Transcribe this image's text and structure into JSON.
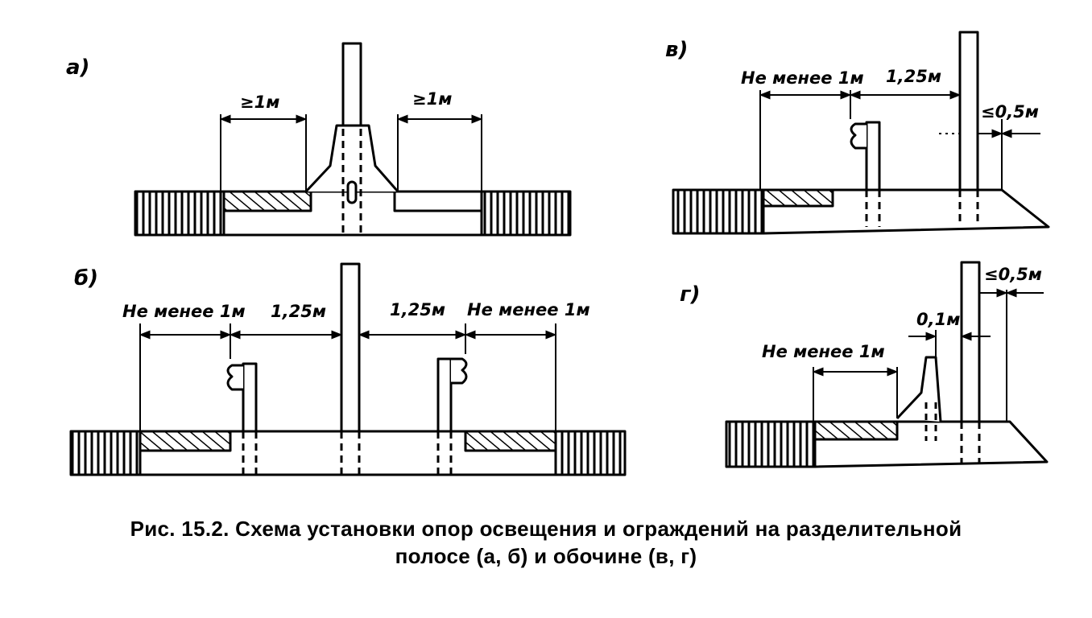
{
  "panels": {
    "a": {
      "label": "а)",
      "dim_left": "≥1м",
      "dim_right": "≥1м"
    },
    "b": {
      "label": "б)",
      "dim_1": "Не менее 1м",
      "dim_2": "1,25м",
      "dim_3": "1,25м",
      "dim_4": "Не менее 1м"
    },
    "v": {
      "label": "в)",
      "dim_1": "Не менее 1м",
      "dim_2": "1,25м",
      "dim_3": "≤0,5м"
    },
    "g": {
      "label": "г)",
      "dim_1": "Не менее 1м",
      "dim_2": "0,1м",
      "dim_3": "≤0,5м"
    }
  },
  "caption": {
    "line1": "Рис. 15.2. Схема установки опор освещения и ограждений на разделительной",
    "line2": "полосе (а, б) и обочине (в, г)"
  }
}
